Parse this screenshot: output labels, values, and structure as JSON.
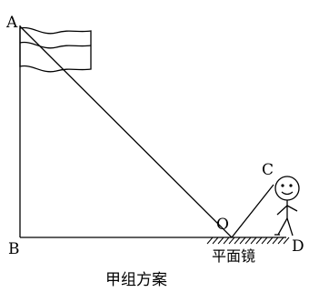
{
  "points": {
    "A": "A",
    "B": "B",
    "C": "C",
    "D": "D",
    "O": "O"
  },
  "mirror_label": "平面镜",
  "caption": "甲组方案",
  "colors": {
    "ink": "#000000",
    "background": "#ffffff"
  }
}
